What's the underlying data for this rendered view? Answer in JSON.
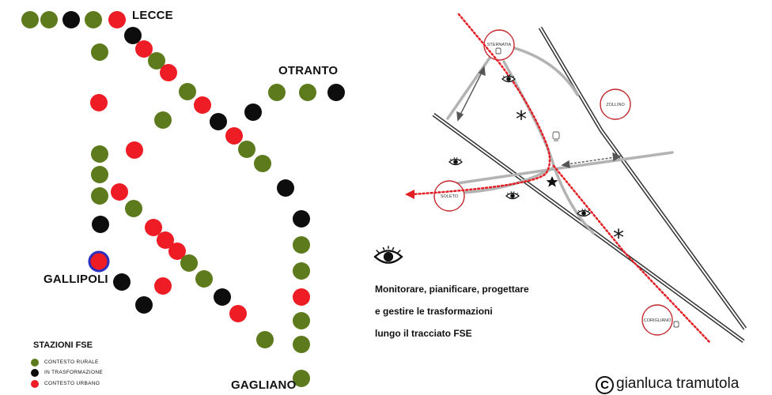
{
  "colors": {
    "rural": "#5d7a1c",
    "transforming": "#0d0d0d",
    "urban": "#ee1c24",
    "gallipoli_ring": "#2a2fbf",
    "route": "#e31f26",
    "rail": "#333333",
    "road": "#b3b3b3"
  },
  "map": {
    "cities": {
      "lecce": "LECCE",
      "otranto": "OTRANTO",
      "gallipoli": "GALLIPOLI",
      "gagliano": "GAGLIANO"
    },
    "legend": {
      "title": "STAZIONI FSE",
      "items": [
        {
          "label": "CONTESTO RURALE",
          "type": "rural"
        },
        {
          "label": "IN TRASFORMAZIONE",
          "type": "transforming"
        },
        {
          "label": "CONTESTO URBANO",
          "type": "urban"
        }
      ]
    }
  },
  "detail": {
    "towns": [
      "STERNATIA",
      "ZOLLINO",
      "SOLETO",
      "CORIGLIANO"
    ],
    "icons": [
      "eye-icon",
      "train-icon",
      "asterisk-icon",
      "star-icon",
      "double-arrow-icon"
    ],
    "message": {
      "lines": [
        "Monitorare, pianificare, progettare",
        "e gestire le trasformazioni",
        "lungo il tracciato FSE"
      ]
    }
  },
  "credit": {
    "symbol": "C",
    "author": "gianluca tramutola"
  }
}
